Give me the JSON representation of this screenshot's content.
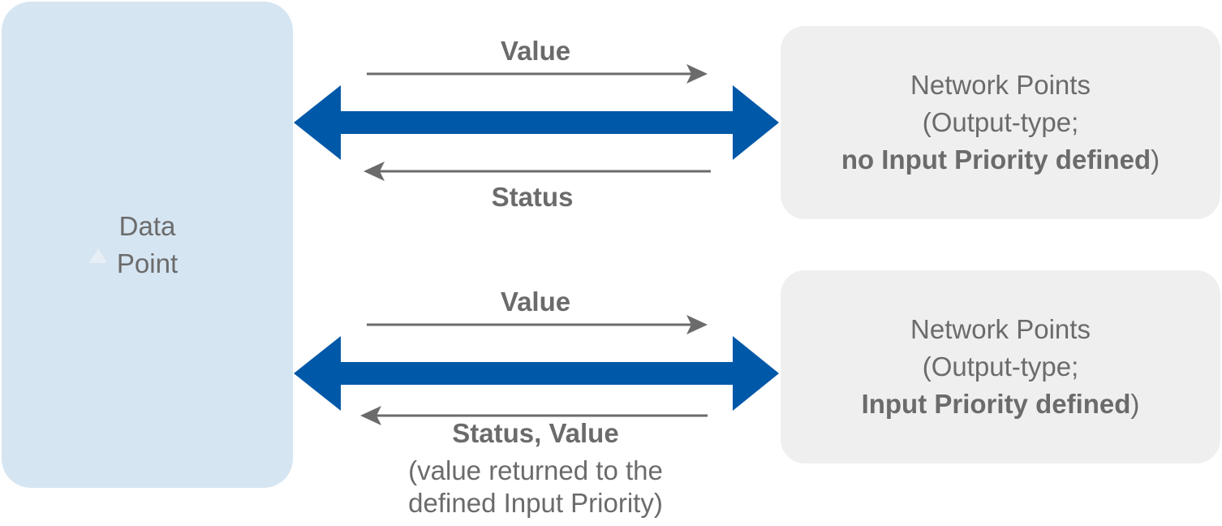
{
  "colors": {
    "data_point_fill": "#d6e5f2",
    "network_fill": "#efefef",
    "double_arrow": "#0058a8",
    "thin_arrow": "#6b6b6b",
    "text": "#6b6b6b"
  },
  "data_point": {
    "line1": "Data",
    "line2": "Point"
  },
  "top": {
    "value_label": "Value",
    "status_label": "Status",
    "network": {
      "line1": "Network Points",
      "line2": "(Output-type;",
      "line3_bold": "no Input Priority defined",
      "line3_end": ")"
    }
  },
  "bottom": {
    "value_label": "Value",
    "status_label": "Status, Value",
    "note_line1": "(value returned to the",
    "note_line2": "defined Input Priority)",
    "network": {
      "line1": "Network Points",
      "line2": "(Output-type;",
      "line3_bold": "Input Priority defined",
      "line3_end": ")"
    }
  }
}
